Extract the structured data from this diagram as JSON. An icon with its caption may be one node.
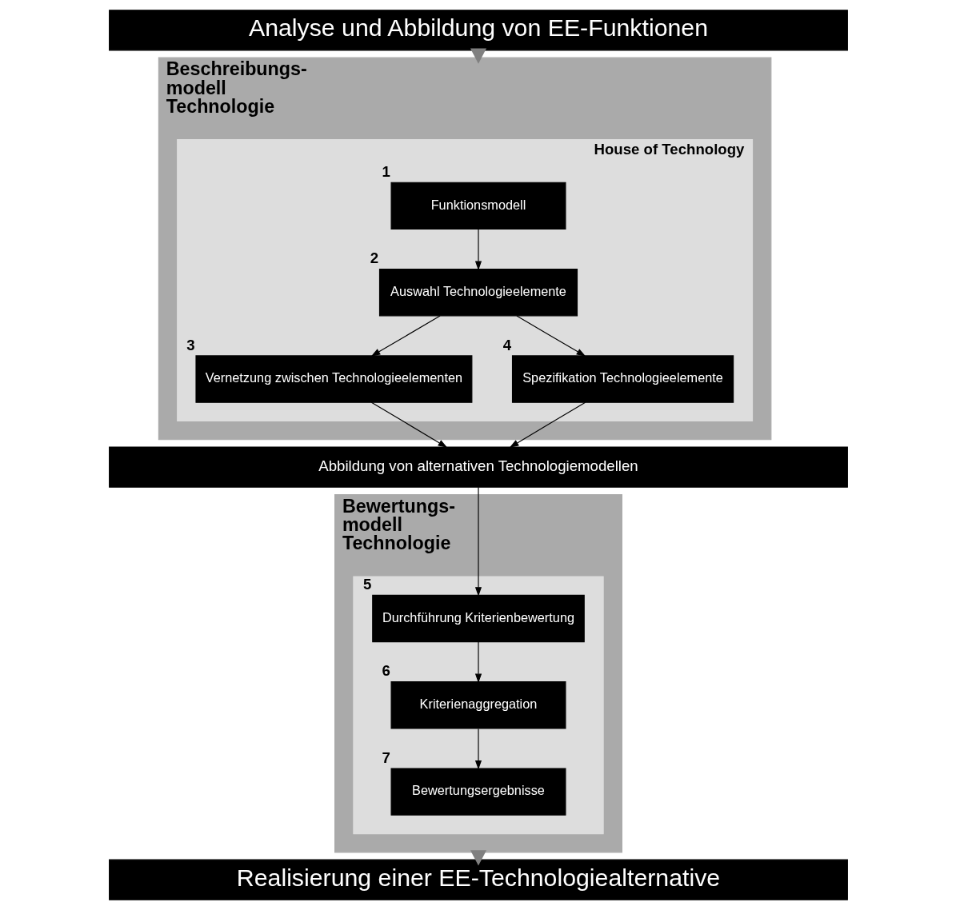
{
  "diagram": {
    "nodes": [
      {
        "text": [
          "Analyse und Abbildung von EE-Funktionen"
        ]
      },
      {
        "text": [
          "Beschreibungs- modell Technologie"
        ]
      },
      {
        "text": [
          "House of Technology"
        ],
        "in": 1
      },
      {
        "text": [
          "Funktionsmodell"
        ],
        "in": 2,
        "beside": [
          "1"
        ]
      },
      {
        "text": [
          "Auswahl Technologieelemente"
        ],
        "in": 2,
        "beside": [
          "2"
        ]
      },
      {
        "text": [
          "Vernetzung zwischen Technologieelementen"
        ],
        "in": 2,
        "beside": [
          "3"
        ]
      },
      {
        "text": [
          "Spezifikation Technologieelemente"
        ],
        "in": 2,
        "beside": [
          "4"
        ]
      },
      {
        "text": [
          "Abbildung von alternativen Technologiemodellen"
        ]
      },
      {
        "text": [
          "Bewertungs- modell Technologie"
        ]
      },
      {
        "text": [],
        "shape": "box",
        "in": 8
      },
      {
        "text": [
          "Durchführung Kriterienbewertung"
        ],
        "in": 9,
        "beside": [
          "5"
        ]
      },
      {
        "text": [
          "Kriterienaggregation"
        ],
        "in": 9,
        "beside": [
          "6"
        ]
      },
      {
        "text": [
          "Bewertungsergebnisse"
        ],
        "in": 9,
        "beside": [
          "7"
        ]
      },
      {
        "text": [
          "Realisierung einer EE-Technologiealternative"
        ]
      }
    ],
    "edges": [
      {
        "from": 0,
        "to": 1,
        "arrow": "to",
        "style": "thick",
        "color": "#808080"
      },
      {
        "from": 3,
        "to": 4,
        "arrow": "to"
      },
      {
        "from": 4,
        "to": 5,
        "arrow": "to"
      },
      {
        "from": 4,
        "to": 6,
        "arrow": "to"
      },
      {
        "from": 5,
        "to": 7,
        "arrow": "to"
      },
      {
        "from": 6,
        "to": 7,
        "arrow": "to"
      },
      {
        "from": 7,
        "to": 10,
        "arrow": "to"
      },
      {
        "from": 10,
        "to": 11,
        "arrow": "to"
      },
      {
        "from": 11,
        "to": 12,
        "arrow": "to"
      },
      {
        "from": 8,
        "to": 13,
        "arrow": "to",
        "style": "thick",
        "color": "#808080"
      }
    ]
  }
}
